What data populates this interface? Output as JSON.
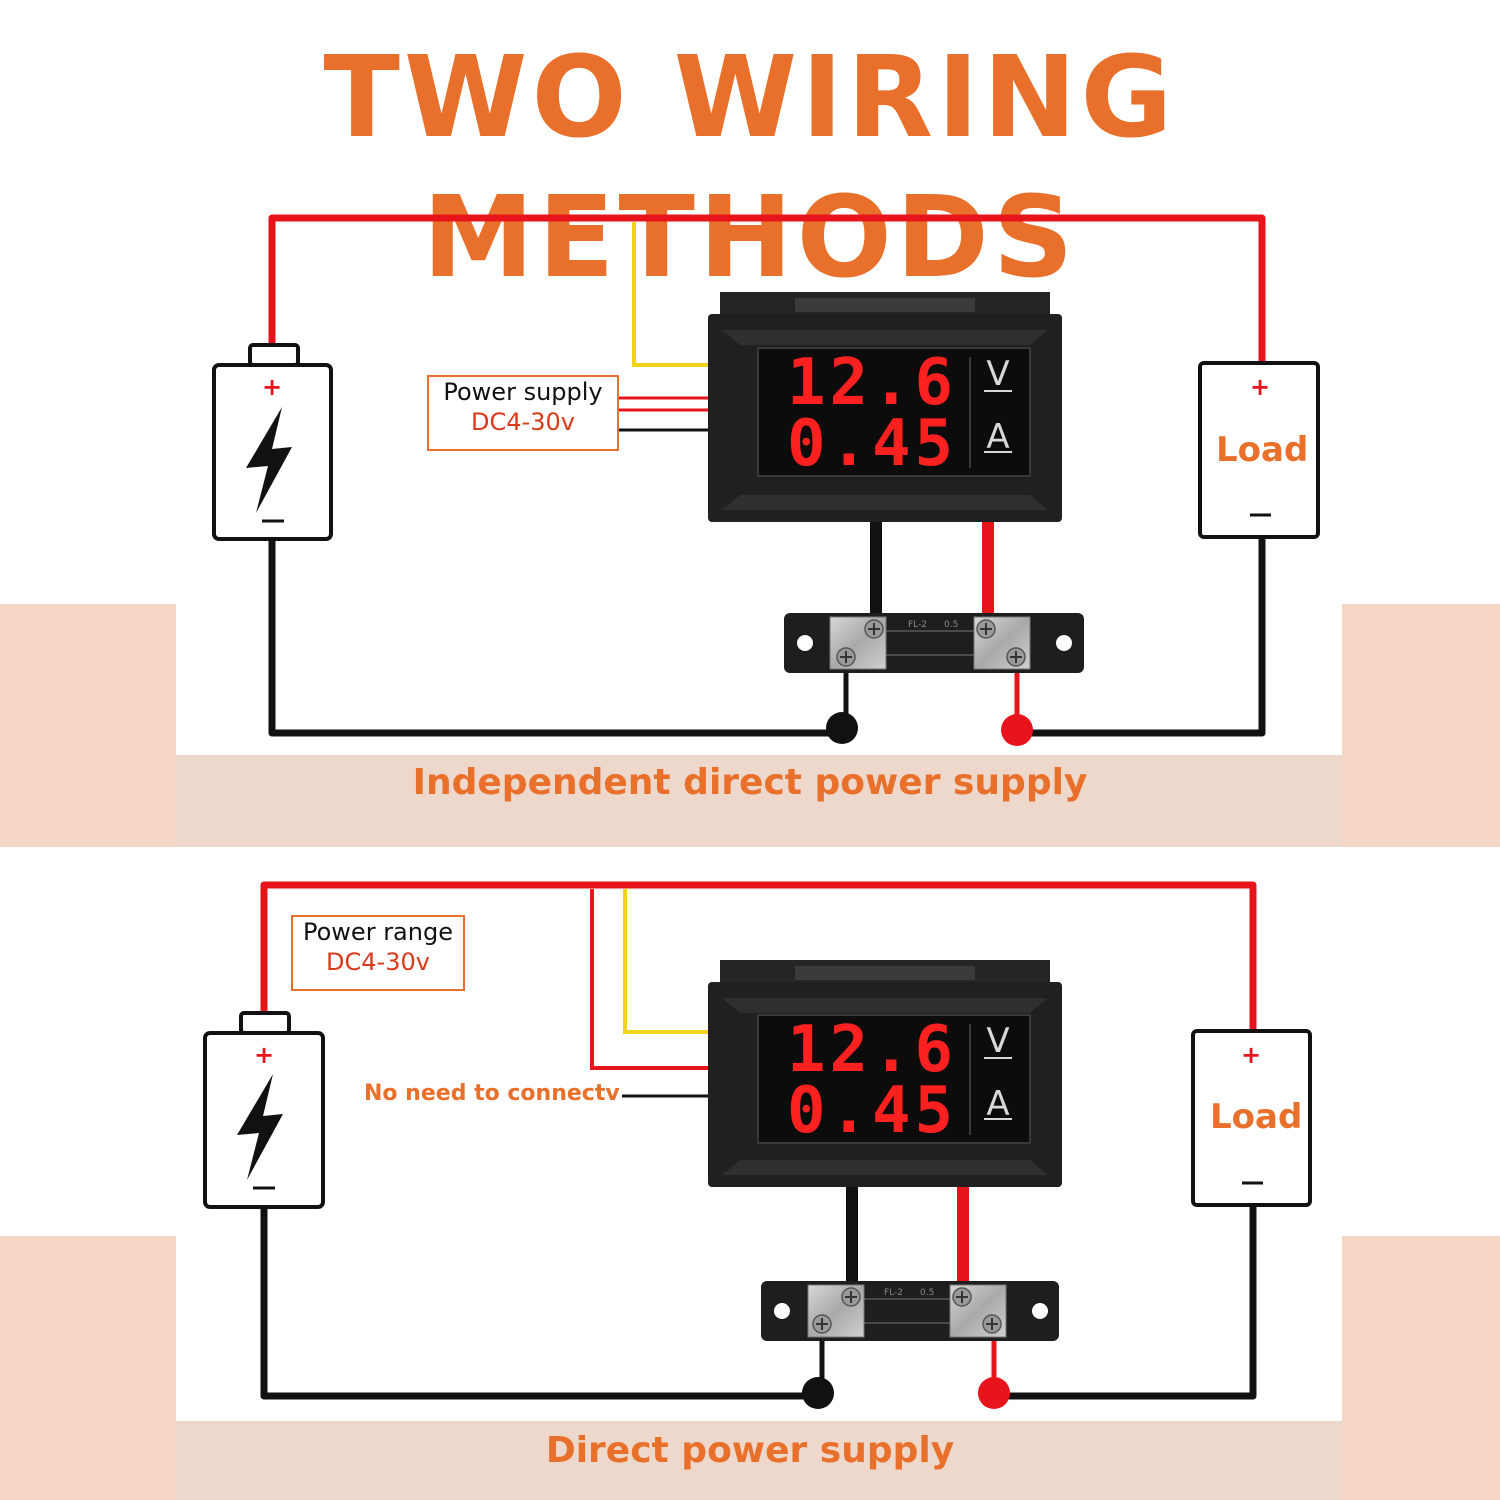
{
  "title": "TWO WIRING METHODS",
  "method1": {
    "caption": "Independent direct power supply",
    "supply_label": "Power supply",
    "supply_range": "DC4-30v",
    "load_label": "Load",
    "display_voltage": "12.6",
    "display_current": "0.45",
    "unit_voltage": "V",
    "unit_current": "A"
  },
  "method2": {
    "caption": "Direct power supply",
    "range_label": "Power range",
    "range_value": "DC4-30v",
    "note": "No need to connectv",
    "load_label": "Load",
    "display_voltage": "12.6",
    "display_current": "0.45",
    "unit_voltage": "V",
    "unit_current": "A"
  },
  "shunt_marks": [
    "FL-2",
    "0.5"
  ],
  "colors": {
    "accent": "#e8702a",
    "wire_red": "#e8141b",
    "wire_black": "#111111",
    "wire_yellow": "#f2d318",
    "band": "#f6d6c5"
  }
}
